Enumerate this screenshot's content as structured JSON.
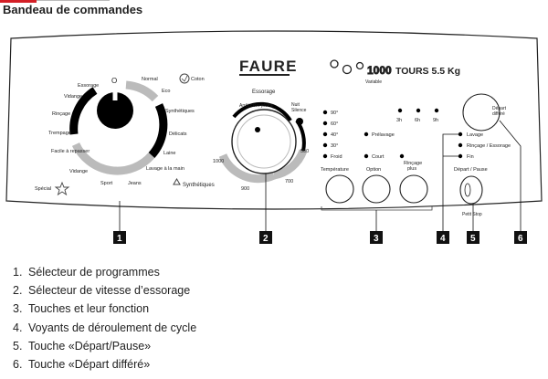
{
  "page": {
    "title": "Bandeau de commandes"
  },
  "brand": {
    "name": "FAURE",
    "model_number": "1000",
    "model_text": "TOURS 5.5 Kg",
    "model_sub": "Variable"
  },
  "knob1": {
    "programs": [
      "Essorage",
      "Vidange",
      "Rinçage",
      "Trempage",
      "Facile à repasser",
      "Vidange",
      "Sport",
      "Jeans",
      "Lavage à la main",
      "Laine",
      "Délicats",
      "Synthétiques",
      "Eco",
      "Normal"
    ],
    "off_mark": "O",
    "coton_label": "Coton",
    "special_label": "Spécial",
    "synth_label": "Synthétiques"
  },
  "knob2": {
    "title": "Essorage",
    "labels": [
      "Arrêt cuve pleine",
      "Nuit Silence",
      "500",
      "700",
      "900",
      "1000"
    ]
  },
  "temps": [
    "90°",
    "60°",
    "40°",
    "30°",
    "Froid"
  ],
  "option_leds": [
    "Prélavage",
    "Court"
  ],
  "rinse_led_label": "Rinçage plus",
  "delay_leds": [
    "3h",
    "6h",
    "9h"
  ],
  "buttons": {
    "temperature": "Température",
    "option": "Option",
    "rinse": "Rinçage plus"
  },
  "cycle_leds": [
    "Lavage",
    "Rinçage / Essorage",
    "Fin"
  ],
  "start_pause": {
    "label": "Départ / Pause",
    "sub": "Petit Stop"
  },
  "delayed_start": {
    "label": "Départ différé"
  },
  "callouts": [
    "1",
    "2",
    "3",
    "4",
    "5",
    "6"
  ],
  "legend": [
    {
      "num": "1.",
      "text": "Sélecteur de programmes"
    },
    {
      "num": "2.",
      "text": "Sélecteur de vitesse d’essorage"
    },
    {
      "num": "3.",
      "text": "Touches et leur fonction"
    },
    {
      "num": "4.",
      "text": "Voyants de déroulement de cycle"
    },
    {
      "num": "5.",
      "text": "Touche «Départ/Pause»"
    },
    {
      "num": "6.",
      "text": "Touche «Départ différé»"
    }
  ],
  "colors": {
    "accent": "#d31f26",
    "dial_gray": "#bbbbbb",
    "dial_black": "#000000",
    "panel_line": "#222222"
  }
}
